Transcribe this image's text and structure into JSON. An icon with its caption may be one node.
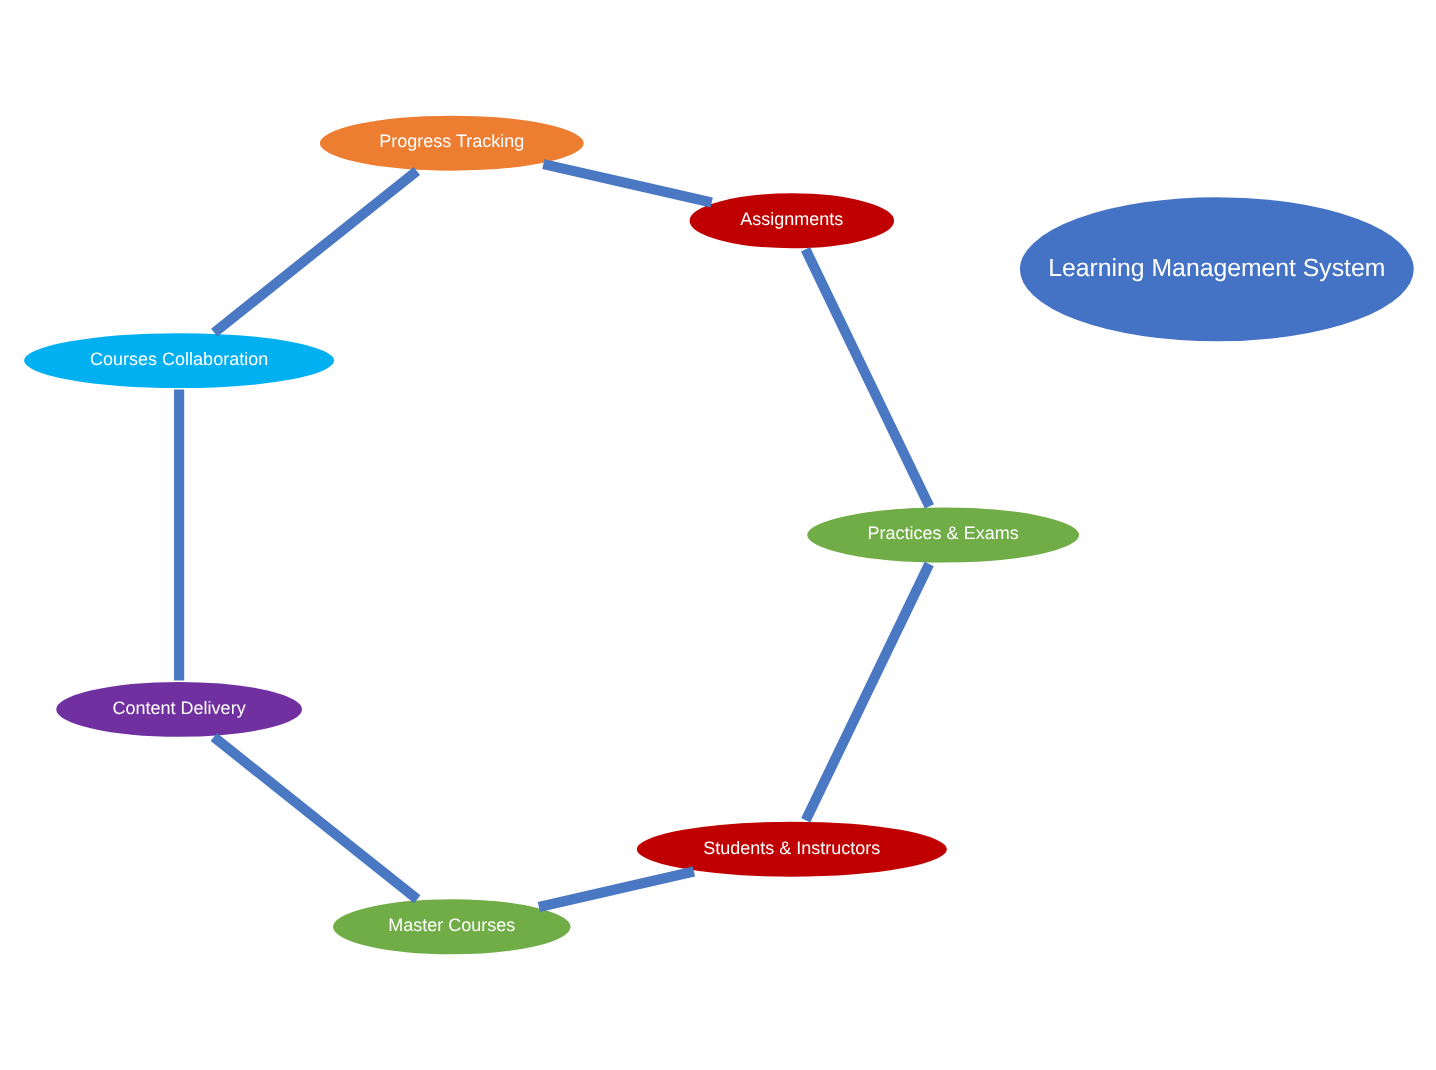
{
  "diagram": {
    "nodes": [
      {
        "text": [
          "Students & Instructors"
        ]
      },
      {
        "text": [
          "Practices & Exams"
        ]
      },
      {
        "text": [
          "Master Courses"
        ]
      },
      {
        "text": [
          "Learning Management System"
        ]
      },
      {
        "text": [
          "Content Delivery"
        ]
      },
      {
        "text": [
          "Assignments"
        ]
      },
      {
        "text": [
          "Progress Tracking"
        ]
      },
      {
        "text": [
          "Courses Collaboration"
        ]
      }
    ],
    "edges": [
      {
        "from": 0,
        "to": 2,
        "arrow": "none"
      },
      {
        "from": 2,
        "to": 4,
        "arrow": "none"
      },
      {
        "from": 4,
        "to": 7,
        "arrow": "none"
      },
      {
        "from": 7,
        "to": 6,
        "arrow": "none"
      },
      {
        "from": 6,
        "to": 5,
        "arrow": "none"
      },
      {
        "from": 5,
        "to": 1,
        "arrow": "none"
      },
      {
        "from": 1,
        "to": 0,
        "arrow": "none"
      }
    ]
  }
}
